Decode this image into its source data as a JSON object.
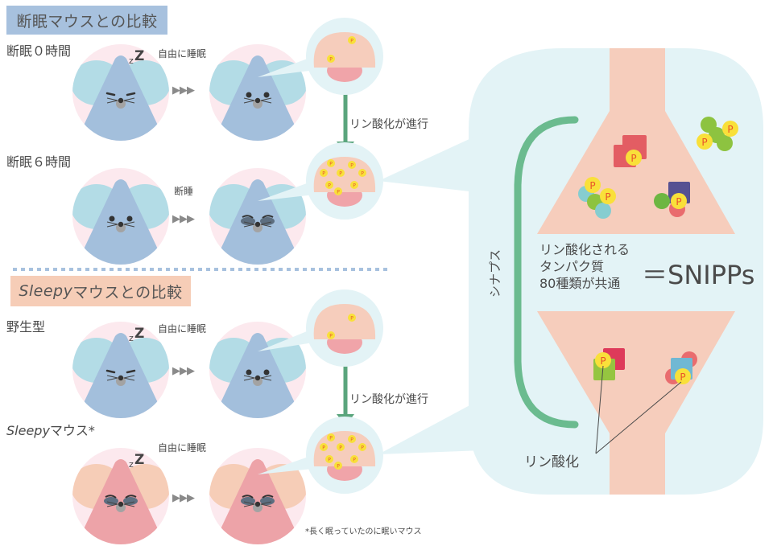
{
  "sections": {
    "sleep_deprivation": {
      "title": "断眠マウスとの比較",
      "rows": [
        {
          "label": "断眠０時間",
          "transition": "自由に睡眠"
        },
        {
          "label": "断眠６時間",
          "transition": "断睡"
        }
      ],
      "arrow_label": "リン酸化が進行"
    },
    "sleepy": {
      "title_italic": "Sleepy",
      "title_rest": "マウスとの比較",
      "rows": [
        {
          "label": "野生型",
          "transition": "自由に睡眠"
        },
        {
          "label_italic": "Sleepy",
          "label_rest": "マウス*",
          "transition": "自由に睡眠"
        }
      ],
      "arrow_label": "リン酸化が進行",
      "footnote": "*長く眠っていたのに眠いマウス"
    }
  },
  "synapse_panel": {
    "vertical_label": "シナプス",
    "description_lines": [
      "リン酸化される",
      "タンパク質",
      "80種類が共通"
    ],
    "equals_label": "＝SNIPPs",
    "phospho_label": "リン酸化",
    "p_marker": "P"
  },
  "progress_arrows": "▶▶▶",
  "sleep_mark": {
    "small": "z",
    "large": "Z"
  },
  "colors": {
    "header_blue": "#a7c1de",
    "header_peach": "#f6cdb7",
    "mouse_blue": "#a3bfdc",
    "ear_blue": "#b3dce6",
    "mouse_pink": "#eda3a8",
    "ear_peach": "#f6cdb7",
    "bg_circle": "#fce9ee",
    "panel_bg": "#e3f3f6",
    "neuron": "#f6cdbc",
    "arrow_green": "#5aa57d",
    "bracket_green": "#6bbb8f",
    "p_yellow": "#f9e03a",
    "p_text": "#e8532a"
  }
}
